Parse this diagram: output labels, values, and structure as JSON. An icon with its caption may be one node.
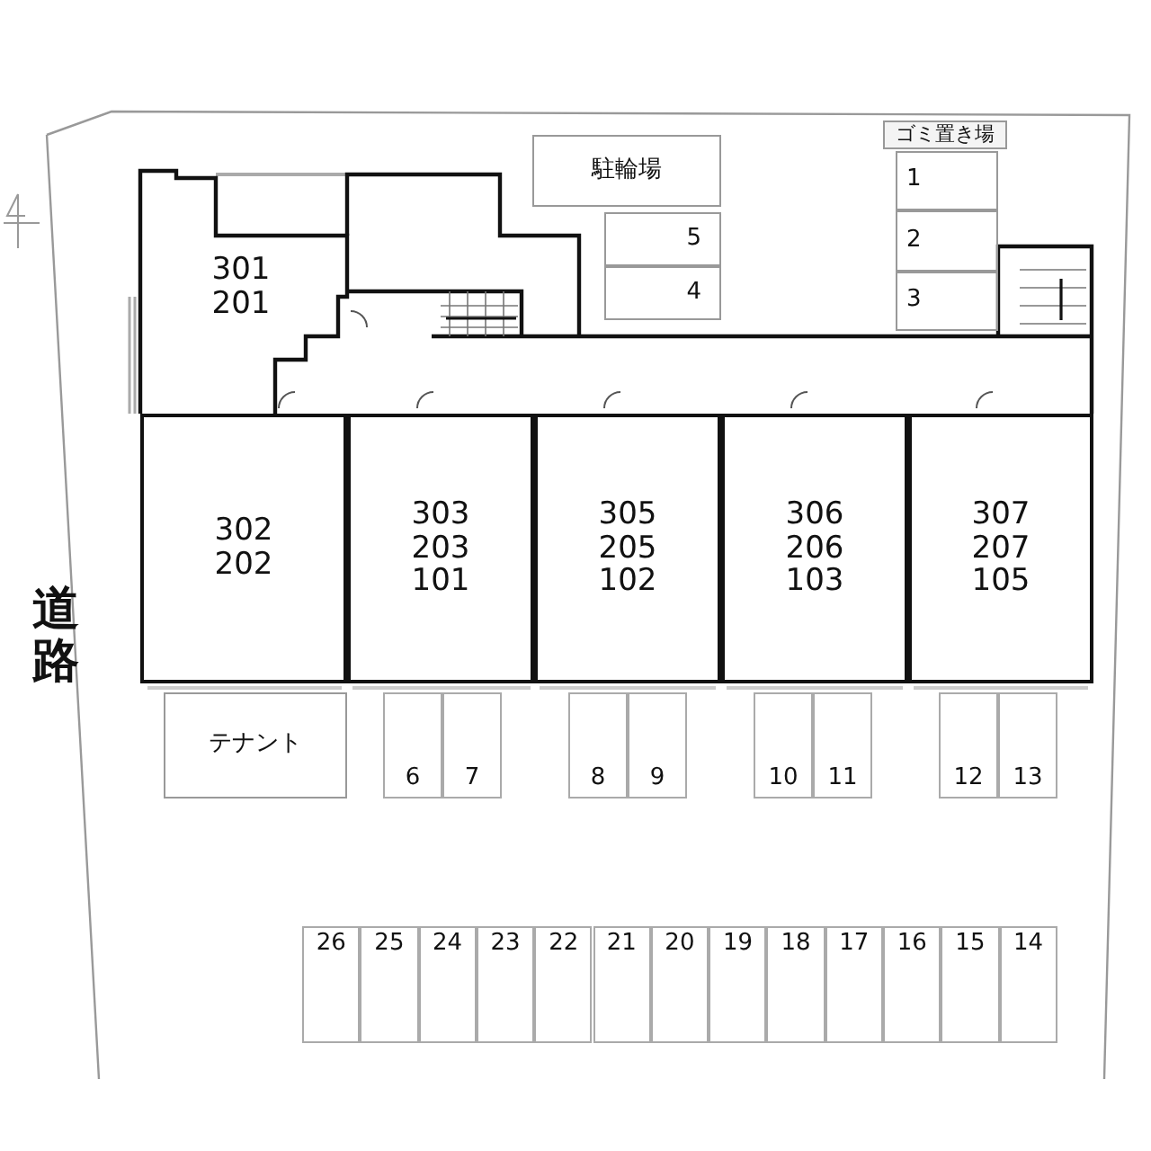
{
  "diagram": {
    "nodes": [
      {
        "text": [
          "駐輪場"
        ]
      },
      {
        "text": [
          "5"
        ]
      },
      {
        "text": [
          "4"
        ]
      },
      {
        "text": [
          "ゴミ置き場"
        ]
      },
      {
        "text": [
          "1"
        ]
      },
      {
        "text": [
          "2"
        ]
      },
      {
        "text": [
          "3"
        ]
      },
      {
        "text": [
          "301",
          "201"
        ]
      },
      {
        "text": [
          "302",
          "202"
        ]
      },
      {
        "text": [
          "303",
          "203",
          "101"
        ]
      },
      {
        "text": [
          "305",
          "205",
          "102"
        ]
      },
      {
        "text": [
          "306",
          "206",
          "103"
        ]
      },
      {
        "text": [
          "307",
          "207",
          "105"
        ]
      },
      {
        "text": [
          "テナント"
        ]
      },
      {
        "text": [
          "6"
        ]
      },
      {
        "text": [
          "7"
        ]
      },
      {
        "text": [
          "8"
        ]
      },
      {
        "text": [
          "9"
        ]
      },
      {
        "text": [
          "10"
        ]
      },
      {
        "text": [
          "11"
        ]
      },
      {
        "text": [
          "12"
        ]
      },
      {
        "text": [
          "13"
        ]
      },
      {
        "text": [
          "26"
        ]
      },
      {
        "text": [
          "25"
        ]
      },
      {
        "text": [
          "24"
        ]
      },
      {
        "text": [
          "23"
        ]
      },
      {
        "text": [
          "22"
        ]
      },
      {
        "text": [
          "21"
        ]
      },
      {
        "text": [
          "20"
        ]
      },
      {
        "text": [
          "19"
        ]
      },
      {
        "text": [
          "18"
        ]
      },
      {
        "text": [
          "17"
        ]
      },
      {
        "text": [
          "16"
        ]
      },
      {
        "text": [
          "15"
        ]
      },
      {
        "text": [
          "14"
        ]
      }
    ],
    "edges": [],
    "labels": [
      "道路"
    ]
  }
}
